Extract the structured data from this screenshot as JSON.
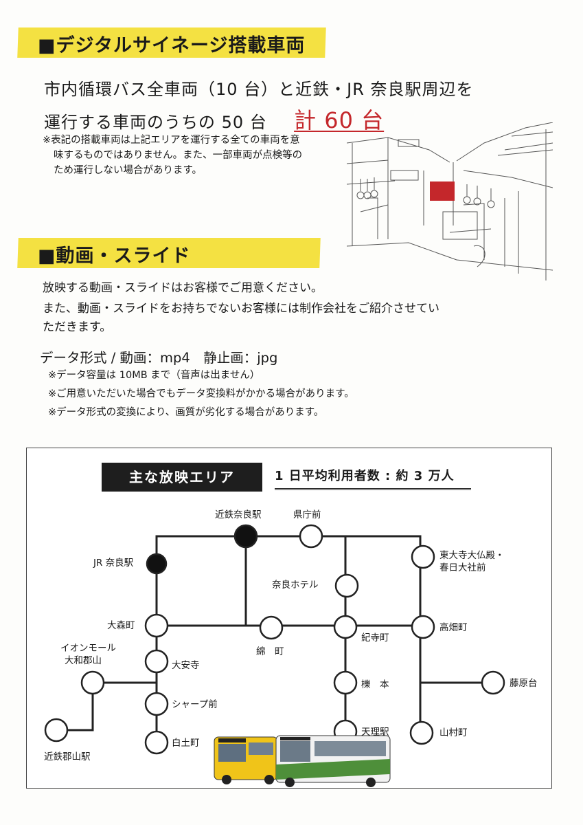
{
  "section1": {
    "title": "■デジタルサイネージ搭載車両",
    "lead_line1": "市内循環バス全車両（10 台）と近鉄・JR 奈良駅周辺を",
    "lead_line2": "運行する車両のうちの 50 台",
    "total": "計 60 台",
    "note_line1": "※表記の搭載車両は上記エリアを運行する全ての車両を意",
    "note_line2": "味するものではありません。また、一部車両が点検等の",
    "note_line3": "ため運行しない場合があります。"
  },
  "section2": {
    "title": "■動画・スライド",
    "body_line1": "放映する動画・スライドはお客様でご用意ください。",
    "body_line2": "また、動画・スライドをお持ちでないお客様には制作会社をご紹介させてい",
    "body_line3": "ただきます。",
    "format": "データ形式 / 動画：mp4　静止画：jpg",
    "note1": "※データ容量は 10MB まで（音声は出ません）",
    "note2": "※ご用意いただいた場合でもデータ変換料がかかる場合があります。",
    "note3": "※データ形式の変換により、画質が劣化する場合があります。"
  },
  "map": {
    "label": "主な放映エリア",
    "riders": "1 日平均利用者数 : 約 3 万人",
    "stops": {
      "kintetsu_nara": "近鉄奈良駅",
      "kencho": "県庁前",
      "jr_nara": "JR 奈良駅",
      "todaiji_1": "東大寺大仏殿・",
      "todaiji_2": "春日大社前",
      "nara_hotel": "奈良ホテル",
      "omori": "大森町",
      "wata": "綿　町",
      "kidera": "紀寺町",
      "takabatake": "高畑町",
      "aeon_1": "イオンモール",
      "aeon_2": "大和郡山",
      "daianji": "大安寺",
      "ichinomoto": "櫟　本",
      "fujiwaradai": "藤原台",
      "sharp": "シャープ前",
      "kintetsu_koriyama": "近鉄郡山駅",
      "shiratsuchi": "白土町",
      "tenri": "天理駅",
      "yamamura": "山村町"
    }
  },
  "colors": {
    "highlight": "#f4e142",
    "accent_red": "#c4272b",
    "dark": "#1e1e1e"
  }
}
